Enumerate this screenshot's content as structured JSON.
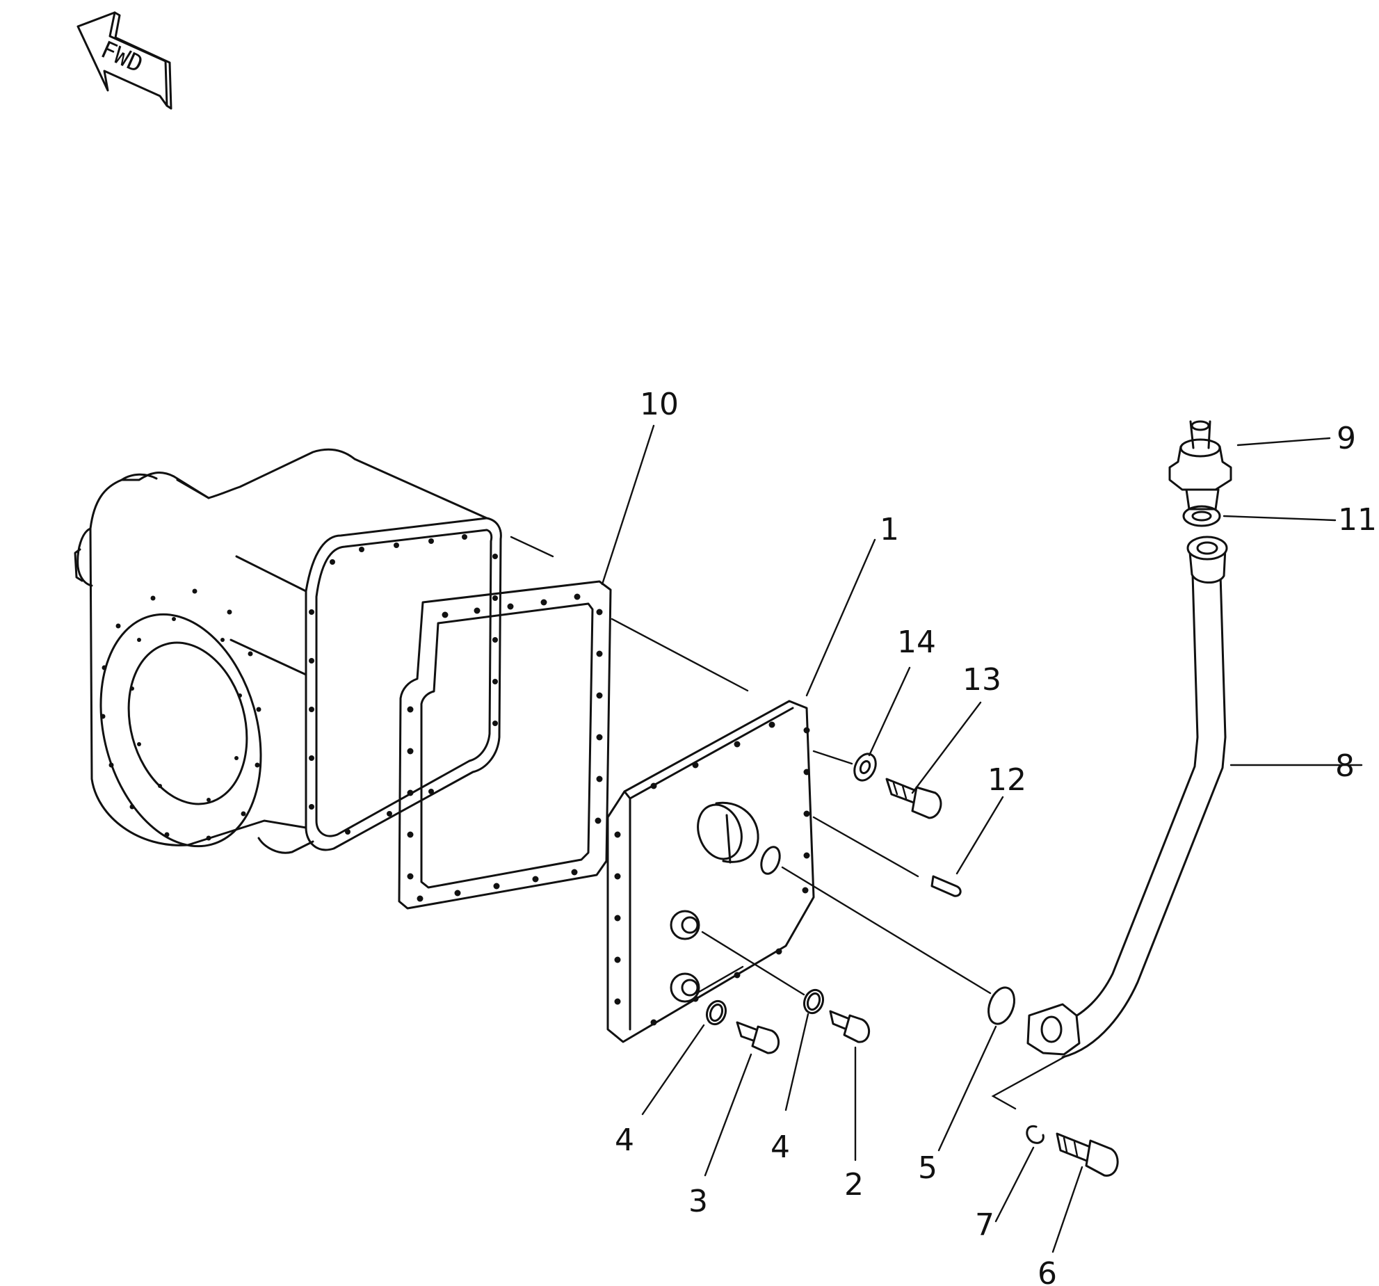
{
  "direction_arrow": {
    "label": "FWD",
    "icon": "forward-arrow-icon"
  },
  "callouts": [
    {
      "id": "1",
      "text": "1"
    },
    {
      "id": "2",
      "text": "2"
    },
    {
      "id": "3",
      "text": "3"
    },
    {
      "id": "4a",
      "text": "4"
    },
    {
      "id": "4b",
      "text": "4"
    },
    {
      "id": "5",
      "text": "5"
    },
    {
      "id": "6",
      "text": "6"
    },
    {
      "id": "7",
      "text": "7"
    },
    {
      "id": "8",
      "text": "8"
    },
    {
      "id": "9",
      "text": "9"
    },
    {
      "id": "10",
      "text": "10"
    },
    {
      "id": "11",
      "text": "11"
    },
    {
      "id": "12",
      "text": "12"
    },
    {
      "id": "13",
      "text": "13"
    },
    {
      "id": "14",
      "text": "14"
    }
  ],
  "parts": [
    {
      "name": "transmission-housing"
    },
    {
      "name": "gasket"
    },
    {
      "name": "cover-plate"
    },
    {
      "name": "oil-filler-pipe"
    },
    {
      "name": "breather-cap"
    }
  ]
}
